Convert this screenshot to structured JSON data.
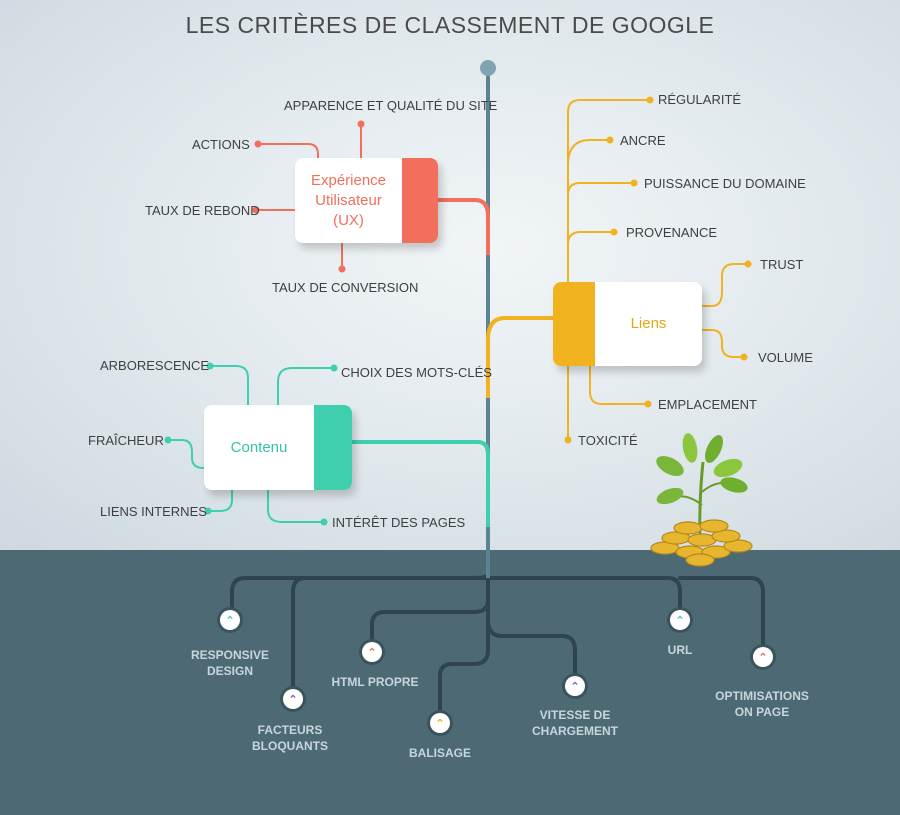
{
  "title": "LES CRITÈRES DE CLASSEMENT DE GOOGLE",
  "colors": {
    "ux": "#f26f5c",
    "links": "#f0b21e",
    "content": "#3fcfae",
    "trunk": "#5c8392",
    "ground": "#4d6a74"
  },
  "ux": {
    "card_text": "Expérience Utilisateur (UX)",
    "items": [
      "APPARENCE ET QUALITÉ DU SITE",
      "ACTIONS",
      "TAUX DE REBOND",
      "TAUX DE CONVERSION"
    ]
  },
  "links": {
    "card_text": "Liens",
    "items": [
      "RÉGULARITÉ",
      "ANCRE",
      "PUISSANCE DU DOMAINE",
      "PROVENANCE",
      "TRUST",
      "VOLUME",
      "EMPLACEMENT",
      "TOXICITÉ"
    ]
  },
  "content": {
    "card_text": "Contenu",
    "items": [
      "ARBORESCENCE",
      "CHOIX DES MOTS-CLÉS",
      "FRAÎCHEUR",
      "LIENS INTERNES",
      "INTÉRÊT DES PAGES"
    ]
  },
  "technical": {
    "badge_icon": "chevron-up-icon",
    "items": [
      {
        "label_1": "RESPONSIVE",
        "label_2": "DESIGN",
        "color": "#3fcfae"
      },
      {
        "label_1": "FACTEURS",
        "label_2": "BLOQUANTS",
        "color": "#7d65c4"
      },
      {
        "label_1": "HTML PROPRE",
        "label_2": "",
        "color": "#f26f5c"
      },
      {
        "label_1": "BALISAGE",
        "label_2": "",
        "color": "#f0b21e"
      },
      {
        "label_1": "VITESSE DE",
        "label_2": "CHARGEMENT",
        "color": "#7d65c4"
      },
      {
        "label_1": "URL",
        "label_2": "",
        "color": "#5fb7d8"
      },
      {
        "label_1": "OPTIMISATIONS",
        "label_2": "ON PAGE",
        "color": "#f26f5c"
      }
    ]
  }
}
